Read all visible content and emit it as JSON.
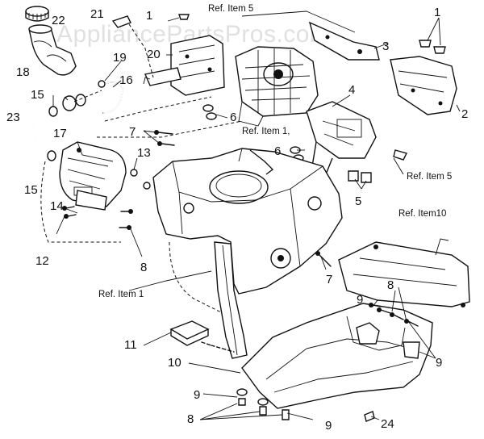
{
  "watermark": "AppliancePartsPros.com",
  "part_numbers": {
    "p1a": "1",
    "p1b": "1",
    "p2": "2",
    "p3": "3",
    "p4": "4",
    "p5a": "5",
    "p6a": "6",
    "p6b": "6",
    "p7a": "7",
    "p7b": "7",
    "p8a": "8",
    "p8b": "8",
    "p8c": "8",
    "p9a": "9",
    "p9b": "9",
    "p9c": "9",
    "p9d": "9",
    "p10": "10",
    "p11": "11",
    "p12": "12",
    "p13": "13",
    "p14": "14",
    "p15a": "15",
    "p15b": "15",
    "p16": "16",
    "p17": "17",
    "p18": "18",
    "p19": "19",
    "p20": "20",
    "p21": "21",
    "p22": "22",
    "p23": "23",
    "p24": "24"
  },
  "references": {
    "ref5a": "Ref. Item 5",
    "ref5b": "Ref. Item 5",
    "ref1a": "Ref. Item 1,",
    "ref1b": "Ref. Item 1",
    "ref10": "Ref. Item10"
  }
}
